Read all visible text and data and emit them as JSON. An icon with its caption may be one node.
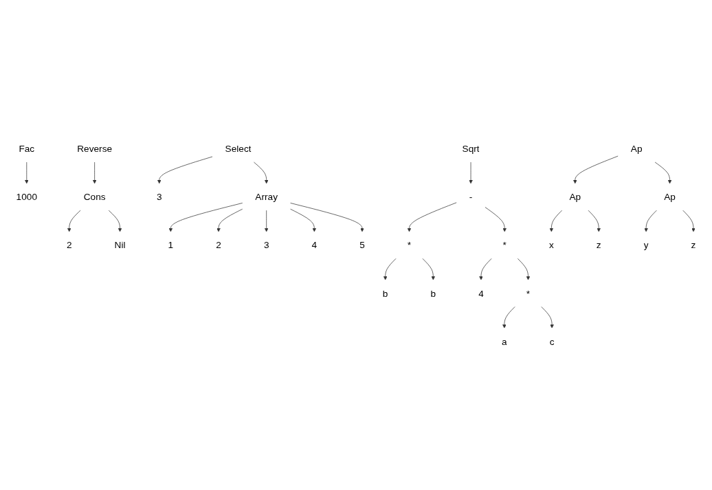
{
  "diagram": {
    "nodes": [
      {
        "text": [
          "Fac"
        ]
      },
      {
        "text": [
          "1000"
        ]
      },
      {
        "text": [
          "Reverse"
        ]
      },
      {
        "text": [
          "Cons"
        ]
      },
      {
        "text": [
          "2"
        ]
      },
      {
        "text": [
          "Nil"
        ]
      },
      {
        "text": [
          "Select"
        ]
      },
      {
        "text": [
          "3"
        ]
      },
      {
        "text": [
          "Array"
        ]
      },
      {
        "text": [
          "1"
        ]
      },
      {
        "text": [
          "2"
        ]
      },
      {
        "text": [
          "3"
        ]
      },
      {
        "text": [
          "4"
        ]
      },
      {
        "text": [
          "5"
        ]
      },
      {
        "text": [
          "Sqrt"
        ]
      },
      {
        "text": [
          "-"
        ]
      },
      {
        "text": [
          "*"
        ]
      },
      {
        "text": [
          "*"
        ]
      },
      {
        "text": [
          "b"
        ]
      },
      {
        "text": [
          "b"
        ]
      },
      {
        "text": [
          "4"
        ]
      },
      {
        "text": [
          "*"
        ]
      },
      {
        "text": [
          "a"
        ]
      },
      {
        "text": [
          "c"
        ]
      },
      {
        "text": [
          "Ap"
        ]
      },
      {
        "text": [
          "Ap"
        ]
      },
      {
        "text": [
          "Ap"
        ]
      },
      {
        "text": [
          "x"
        ]
      },
      {
        "text": [
          "z"
        ]
      },
      {
        "text": [
          "y"
        ]
      },
      {
        "text": [
          "z"
        ]
      }
    ],
    "edges": [
      {
        "from": 0,
        "to": 1,
        "arrow": "to"
      },
      {
        "from": 2,
        "to": 3,
        "arrow": "to"
      },
      {
        "from": 3,
        "to": 4,
        "arrow": "to"
      },
      {
        "from": 3,
        "to": 5,
        "arrow": "to"
      },
      {
        "from": 6,
        "to": 7,
        "arrow": "to"
      },
      {
        "from": 6,
        "to": 8,
        "arrow": "to"
      },
      {
        "from": 8,
        "to": 9,
        "arrow": "to"
      },
      {
        "from": 8,
        "to": 10,
        "arrow": "to"
      },
      {
        "from": 8,
        "to": 11,
        "arrow": "to"
      },
      {
        "from": 8,
        "to": 12,
        "arrow": "to"
      },
      {
        "from": 8,
        "to": 13,
        "arrow": "to"
      },
      {
        "from": 14,
        "to": 15,
        "arrow": "to"
      },
      {
        "from": 15,
        "to": 16,
        "arrow": "to"
      },
      {
        "from": 15,
        "to": 17,
        "arrow": "to"
      },
      {
        "from": 16,
        "to": 18,
        "arrow": "to"
      },
      {
        "from": 16,
        "to": 19,
        "arrow": "to"
      },
      {
        "from": 17,
        "to": 20,
        "arrow": "to"
      },
      {
        "from": 17,
        "to": 21,
        "arrow": "to"
      },
      {
        "from": 21,
        "to": 22,
        "arrow": "to"
      },
      {
        "from": 21,
        "to": 23,
        "arrow": "to"
      },
      {
        "from": 24,
        "to": 25,
        "arrow": "to"
      },
      {
        "from": 24,
        "to": 26,
        "arrow": "to"
      },
      {
        "from": 25,
        "to": 27,
        "arrow": "to"
      },
      {
        "from": 25,
        "to": 28,
        "arrow": "to"
      },
      {
        "from": 26,
        "to": 29,
        "arrow": "to"
      },
      {
        "from": 26,
        "to": 30,
        "arrow": "to"
      }
    ]
  }
}
